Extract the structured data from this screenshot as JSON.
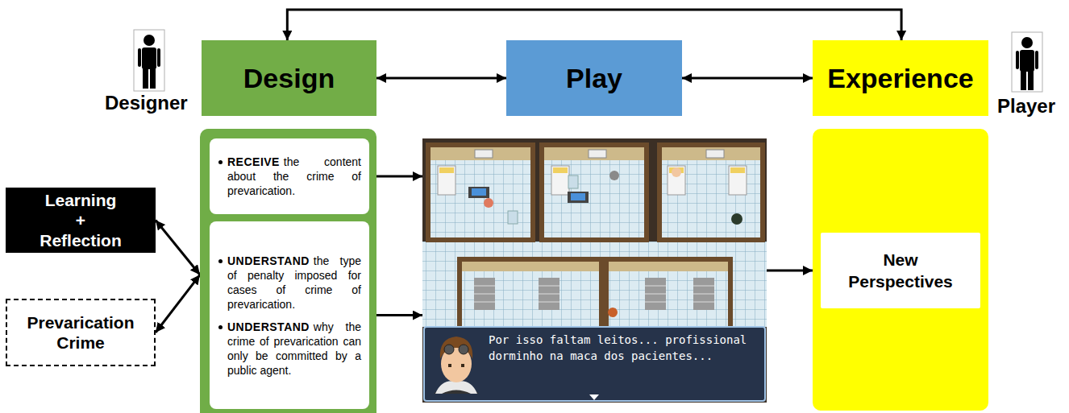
{
  "diagram": {
    "nodes": [
      {
        "text": [
          "Design"
        ]
      },
      {
        "text": [
          "Play"
        ]
      },
      {
        "text": [
          "Experience"
        ]
      },
      {
        "text": [
          "Learning + Reflection"
        ]
      },
      {
        "text": [
          "Prevarication Crime"
        ]
      },
      {
        "text": []
      },
      {
        "text": [
          "RECEIVE",
          "the content about the crime of prevarication."
        ],
        "in": 5
      },
      {
        "text": [
          "UNDERSTAND",
          "the type of penalty imposed for cases of crime of prevarication.",
          "UNDERSTAND",
          "why the crime of prevarication can only be committed by a public agent."
        ],
        "in": 5
      },
      {
        "text": [
          "Por isso faltam leitos... profissional dorminho na maca dos pacientes..."
        ]
      },
      {
        "text": []
      },
      {
        "text": [
          "New Perspectives"
        ],
        "in": 9
      }
    ],
    "edges": [
      {
        "from": 0,
        "to": 1,
        "arrow": "both"
      },
      {
        "from": 1,
        "to": 2,
        "arrow": "both"
      },
      {
        "from": 0,
        "to": 2,
        "arrow": "both"
      },
      {
        "from": 3,
        "to": 5,
        "arrow": "both"
      },
      {
        "from": 4,
        "to": 5,
        "arrow": "both"
      },
      {
        "from": 6,
        "to": 8,
        "arrow": "to"
      },
      {
        "from": 7,
        "to": 8,
        "arrow": "to"
      },
      {
        "from": 8,
        "to": 9,
        "arrow": "to"
      }
    ],
    "labels": [
      "Designer",
      "Player"
    ]
  }
}
